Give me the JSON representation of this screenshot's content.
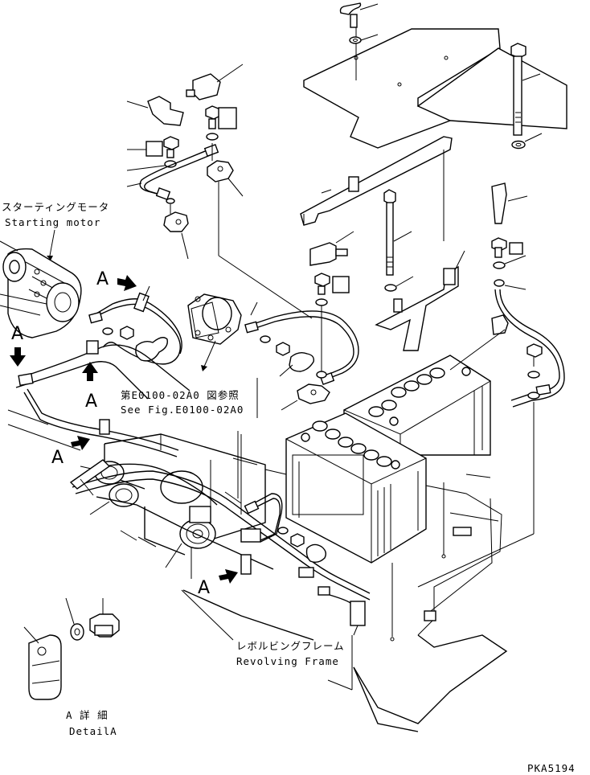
{
  "labels": {
    "starting_motor_jp": "スターティングモータ",
    "starting_motor_en": "Starting motor",
    "see_fig_jp": "第E0100-02A0 図参照",
    "see_fig_en": "See Fig.E0100-02A0",
    "revolving_frame_jp": "レボルビングフレーム",
    "revolving_frame_en": "Revolving Frame",
    "detail_jp": "A 詳 細",
    "detail_en": "DetailA",
    "drawing_code": "PKA5194",
    "marker": "A"
  }
}
